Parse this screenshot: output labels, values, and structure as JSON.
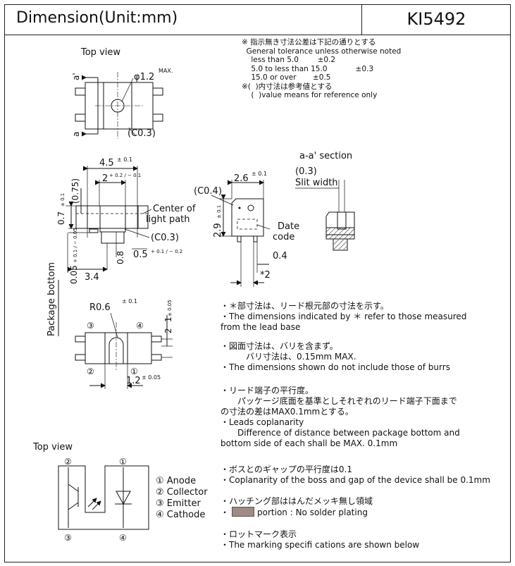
{
  "header": {
    "title": "Dimension(Unit:mm)",
    "part_number": "KI5492"
  },
  "tolerance": {
    "lines": [
      "※ 指示無き寸法公差は下記の通りとする",
      "  General tolerance unless otherwise noted",
      "    less than 5.0        ±0.2",
      "    5.0 to less than 15.0            ±0.3",
      "    15.0 or over       ±0.5",
      "※(  )内寸法は参考値とする",
      "    (  )value means for reference only"
    ]
  },
  "views": {
    "top_view_1": "Top view",
    "top_view_2": "Top view",
    "section": "a-a' section"
  },
  "dims": {
    "phi": "φ1.2",
    "max": "MAX.",
    "c03a": "(C0.3)",
    "a": "a",
    "a_prime": "a'",
    "w45": "4.5",
    "tol01": "± 0.1",
    "w2": "2",
    "tol2": "+ 0.2 / − 0.1",
    "d075": "(0.75)",
    "d07": "0.7",
    "center_path": "Center of",
    "center_path2": "light path",
    "c03b": "(C0.3)",
    "d08": "0.8",
    "d05": "0.5",
    "tol05": "+ 0.1 / − 0.2",
    "d34": "3.4",
    "d005": "0.05",
    "tol005": "+ 0.1 / − 0.05",
    "pkg_bottom": "Package bottom",
    "c04": "(C0.4)",
    "w26": "2.6",
    "h29": "2.9",
    "date_code": "Date",
    "date_code2": "code",
    "d04": "0.4",
    "star2": "*2",
    "slit": "(0.3)",
    "slit_label": "Slit width",
    "r06": "R0.6",
    "d2": "2",
    "d1": "1",
    "tol2b": "± 0.05",
    "d12": "1.2",
    "tol12": "± 0.05",
    "pin1": "①",
    "pin2": "②",
    "pin3": "③",
    "pin4": "④"
  },
  "legend": [
    "① Anode",
    "② Collector",
    "③ Emitter",
    "④ Cathode"
  ],
  "notes": {
    "n1_jp": "・＊部寸法は、リード根元部の寸法を示す。",
    "n1_en_a": "・The dimensions indicated by ＊ refer to those measured",
    "n1_en_b": "from the lead base",
    "n2_jp_a": "・図面寸法は、バリを含まず。",
    "n2_jp_b": "バリ寸法は、0.15mm MAX.",
    "n2_en": "・The dimensions shown do not include those of burrs",
    "n3_jp_a": "・リード端子の平行度。",
    "n3_jp_b": "パッケージ底面を基準としそれぞれのリード端子下面まで",
    "n3_jp_c": "の寸法の差はMAX0.1mmとする。",
    "n3_en_a": "・Leads coplanarity",
    "n3_en_b": "Difference of distance between package bottom and",
    "n3_en_c": "bottom side of each shall be MAX. 0.1mm",
    "n4_jp": "・ボスとのギャップの平行度は0.1",
    "n4_en": "・Coplanarity of the boss and gap of the device shall be 0.1mm",
    "n5_jp": "・ハッチング部ははんだメッキ無し領域",
    "n5_en": "portion : No solder plating",
    "n6_jp": "・ロットマーク表示",
    "n6_en": "・The marking specifi cations are shown below"
  }
}
